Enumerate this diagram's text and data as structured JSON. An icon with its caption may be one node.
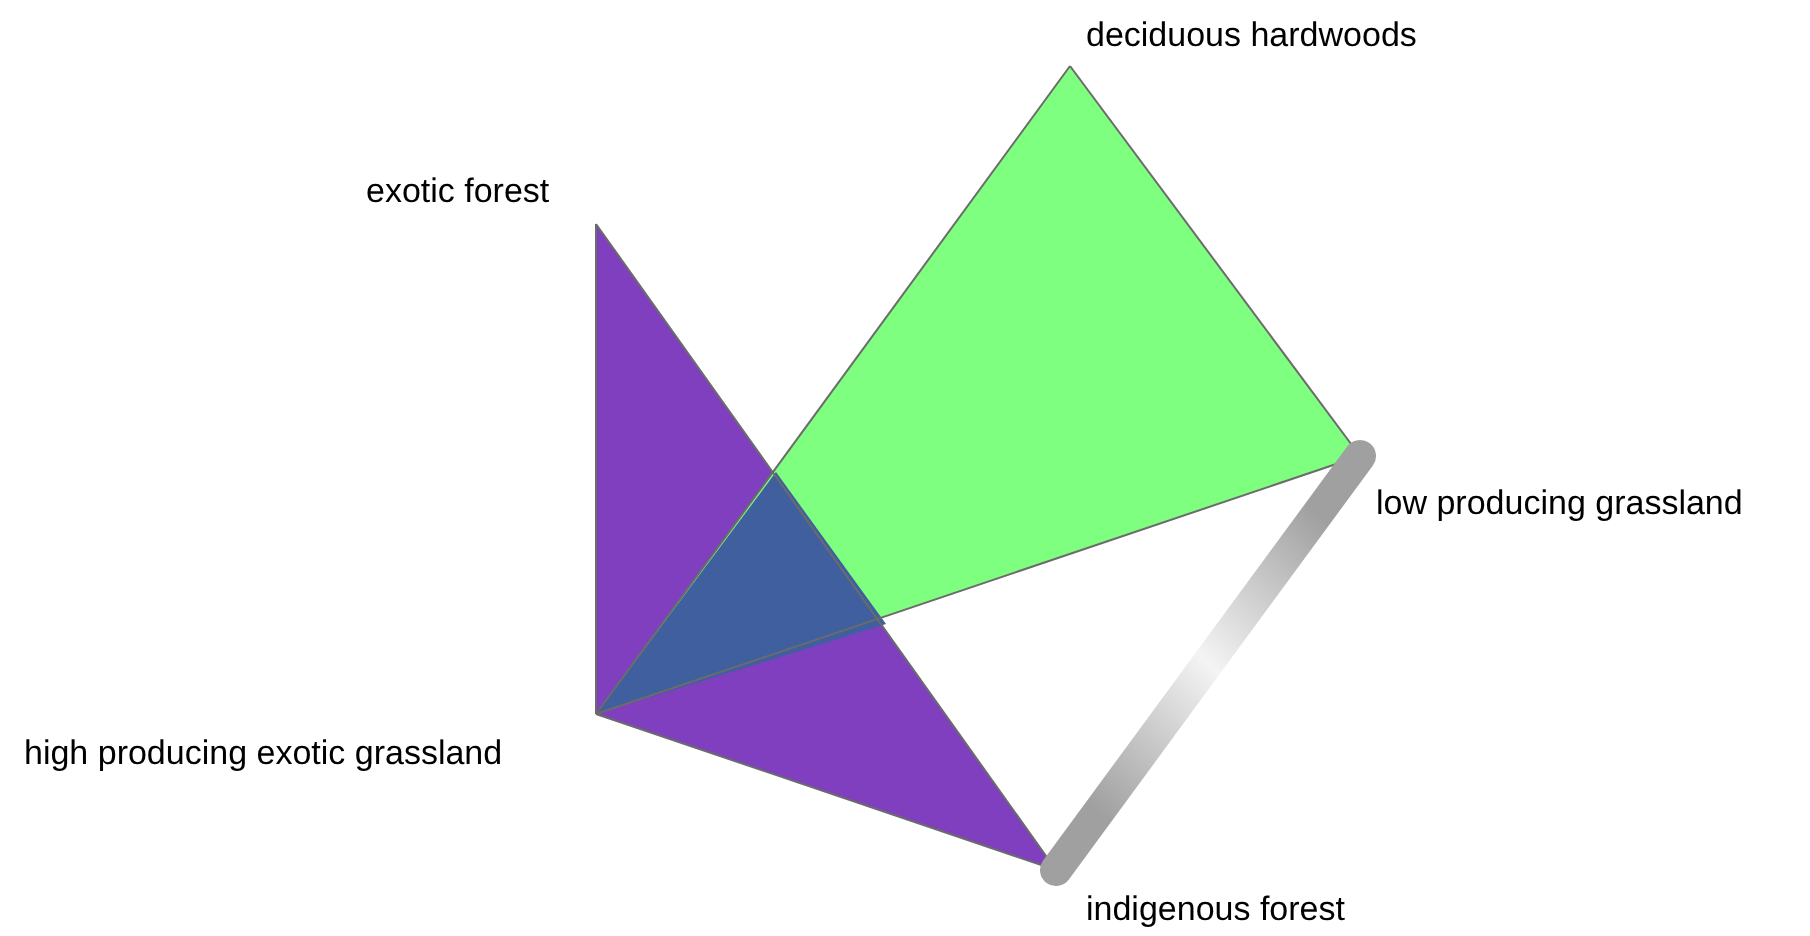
{
  "diagram": {
    "nodes": [
      {
        "text": [
          "deciduous hardwoods"
        ]
      },
      {
        "text": [
          "exotic forest"
        ]
      },
      {
        "text": [
          "low producing grassland"
        ]
      },
      {
        "text": [
          "high producing exotic grassland"
        ]
      },
      {
        "text": [
          "indigenous forest"
        ]
      }
    ],
    "edges": [
      {
        "from": 1,
        "to": 3,
        "arrow": "none"
      },
      {
        "from": 1,
        "to": 4,
        "arrow": "none"
      },
      {
        "from": 3,
        "to": 4,
        "arrow": "none"
      },
      {
        "from": 0,
        "to": 3,
        "arrow": "none"
      },
      {
        "from": 0,
        "to": 2,
        "arrow": "none"
      },
      {
        "from": 3,
        "to": 2,
        "arrow": "none"
      },
      {
        "from": 2,
        "to": 4,
        "arrow": "none",
        "style": "thick",
        "color": "#a0a0a0"
      }
    ]
  }
}
